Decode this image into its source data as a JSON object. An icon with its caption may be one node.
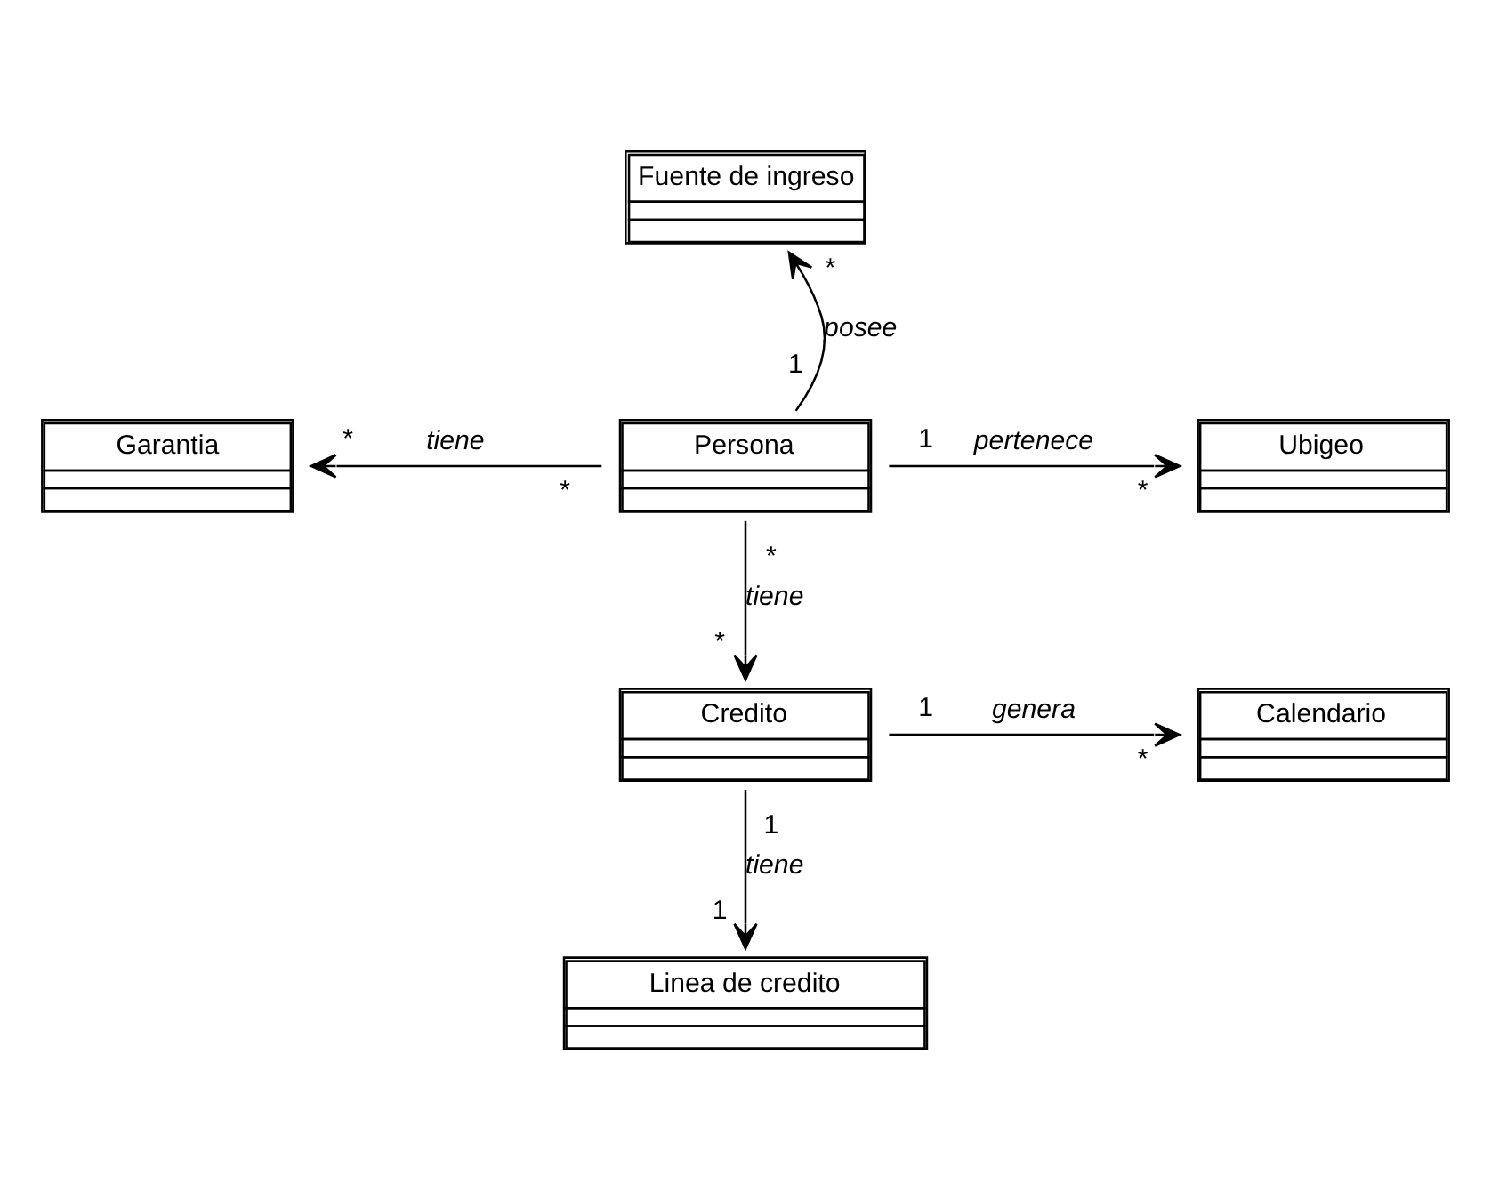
{
  "diagram": {
    "nodes": [
      {
        "text": [
          "Fuente de ingreso"
        ]
      },
      {
        "text": [
          "Garantia"
        ]
      },
      {
        "text": [
          "Persona"
        ]
      },
      {
        "text": [
          "Ubigeo"
        ]
      },
      {
        "text": [
          "Credito"
        ]
      },
      {
        "text": [
          "Calendario"
        ]
      },
      {
        "text": [
          "Linea de credito"
        ]
      }
    ],
    "edges": [
      {
        "from": 2,
        "to": 0,
        "arrow": "to",
        "label": "posee"
      },
      {
        "from": 2,
        "to": 1,
        "arrow": "to",
        "label": "tiene"
      },
      {
        "from": 2,
        "to": 3,
        "arrow": "to",
        "label": "pertenece"
      },
      {
        "from": 2,
        "to": 4,
        "arrow": "to",
        "label": "tiene"
      },
      {
        "from": 4,
        "to": 5,
        "arrow": "to",
        "label": "genera"
      },
      {
        "from": 4,
        "to": 6,
        "arrow": "to",
        "label": "tiene"
      }
    ],
    "labels": [
      "*",
      "1",
      "*",
      "*",
      "1",
      "*",
      "*",
      "*",
      "1",
      "*",
      "1",
      "1"
    ]
  }
}
